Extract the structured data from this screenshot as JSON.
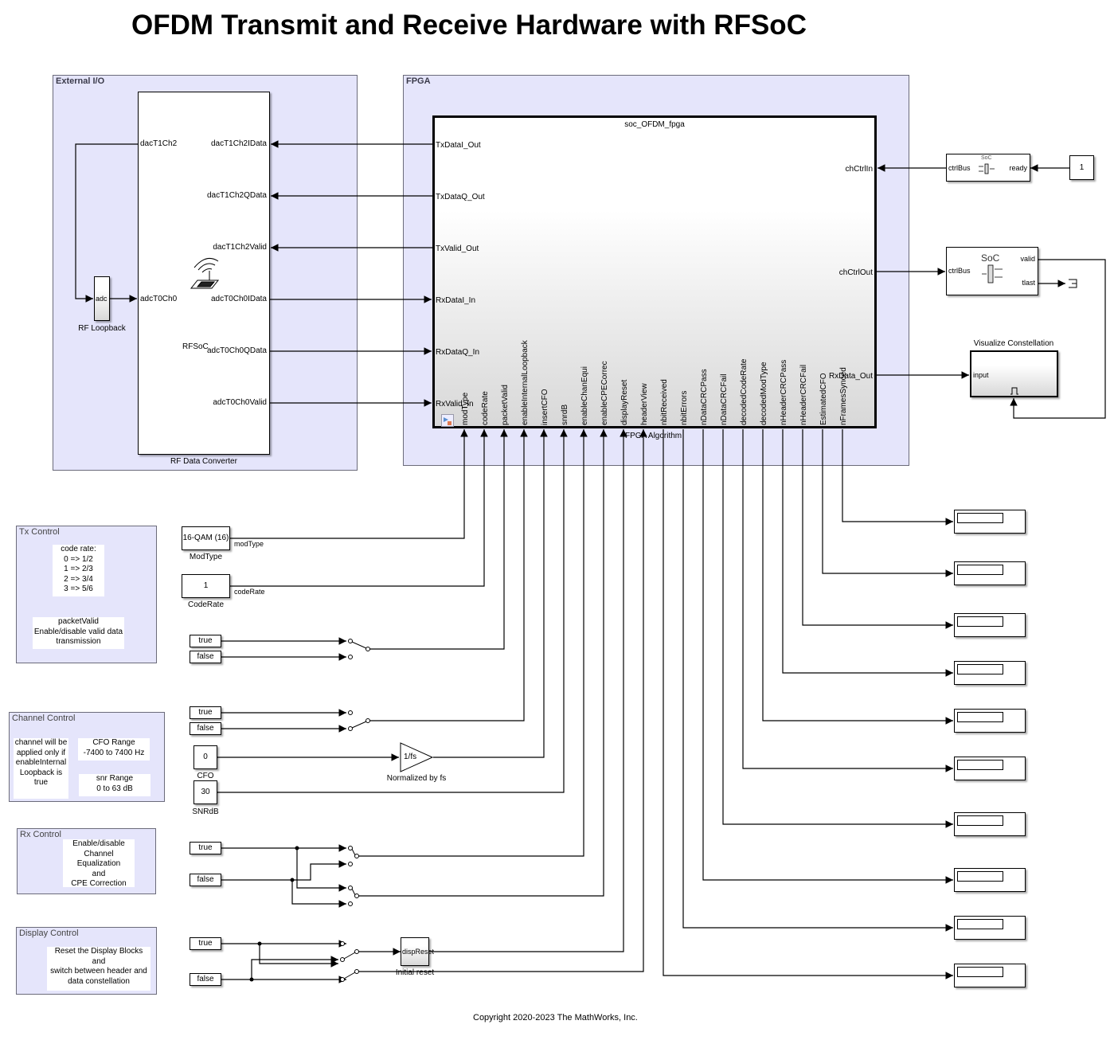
{
  "title": "OFDM Transmit and Receive Hardware with RFSoC",
  "copyright": "Copyright 2020-2023 The MathWorks, Inc.",
  "areas": {
    "external_io": "External I/O",
    "fpga": "FPGA",
    "tx_control": "Tx Control",
    "channel_control": "Channel Control",
    "rx_control": "Rx Control",
    "display_control": "Display Control"
  },
  "rf_loopback": {
    "caption": "RF Loopback",
    "icon_text": "adc"
  },
  "rf_data_converter": {
    "caption": "RF Data Converter",
    "icon_label": "RFSoC",
    "left_ports": [
      "dacT1Ch2",
      "adcT0Ch0"
    ],
    "right_ports": [
      "dacT1Ch2IData",
      "dacT1Ch2QData",
      "dacT1Ch2Valid",
      "adcT0Ch0IData",
      "adcT0Ch0QData",
      "adcT0Ch0Valid"
    ]
  },
  "fpga_block": {
    "name": "soc_OFDM_fpga",
    "caption": "FPGA Algorithm",
    "left_ports": [
      "TxDataI_Out",
      "TxDataQ_Out",
      "TxValid_Out",
      "RxDataI_In",
      "RxDataQ_In",
      "RxValid_In"
    ],
    "right_ports": [
      "chCtrlIn",
      "chCtrlOut",
      "RxData_Out"
    ],
    "bottom_ports": [
      "modType",
      "codeRate",
      "packetValid",
      "enableInternalLoopback",
      "insertCFO",
      "snrdB",
      "enableChanEqui",
      "enableCPECorrec",
      "displayReset",
      "headerView",
      "nbitReceived",
      "nbitErrors",
      "nDataCRCPass",
      "nDataCRCFail",
      "decodedCodeRate",
      "decodedModType",
      "nHeaderCRCPass",
      "nHeaderCRCFail",
      "EstimatedCFO",
      "nFramesSynced"
    ]
  },
  "soc_ready_block": {
    "left_port": "ctrlBus",
    "right_port": "ready",
    "icon_label": "SoC"
  },
  "ready_constant": {
    "value": "1"
  },
  "soc_valid_block": {
    "left_port": "ctrlBus",
    "right_ports": [
      "valid",
      "tlast"
    ],
    "icon_label": "SoC"
  },
  "visualize": {
    "caption": "Visualize Constellation",
    "port": "input"
  },
  "tx": {
    "modtype": {
      "value": "16-QAM (16)",
      "caption": "ModType",
      "signal": "modType"
    },
    "coderate": {
      "value": "1",
      "caption": "CodeRate",
      "signal": "codeRate"
    },
    "note_coderate": [
      "code rate:",
      "0 => 1/2",
      "1 => 2/3",
      "2 => 3/4",
      "3 => 5/6"
    ],
    "note_packet": [
      "packetValid",
      "Enable/disable valid data",
      "transmission"
    ]
  },
  "channel": {
    "note_applied": [
      "channel will be",
      "applied only if",
      "enableInternal",
      "Loopback is",
      "true"
    ],
    "note_cfo": [
      "CFO Range",
      "-7400 to 7400 Hz"
    ],
    "note_snr": [
      "snr Range",
      "0 to 63 dB"
    ],
    "cfo": {
      "value": "0",
      "caption": "CFO"
    },
    "snr": {
      "value": "30",
      "caption": "SNRdB"
    },
    "gain": {
      "value": "1/fs",
      "caption": "Normalized by fs"
    }
  },
  "rx": {
    "note": [
      "Enable/disable",
      "Channel",
      "Equalization",
      "and",
      "CPE Correction"
    ]
  },
  "display": {
    "note": [
      "Reset the Display Blocks",
      "and",
      "switch between header and",
      "data constellation"
    ],
    "reset_block": {
      "label": "dispReset",
      "caption": "Initial reset"
    }
  },
  "bool_consts": {
    "true": "true",
    "false": "false"
  }
}
